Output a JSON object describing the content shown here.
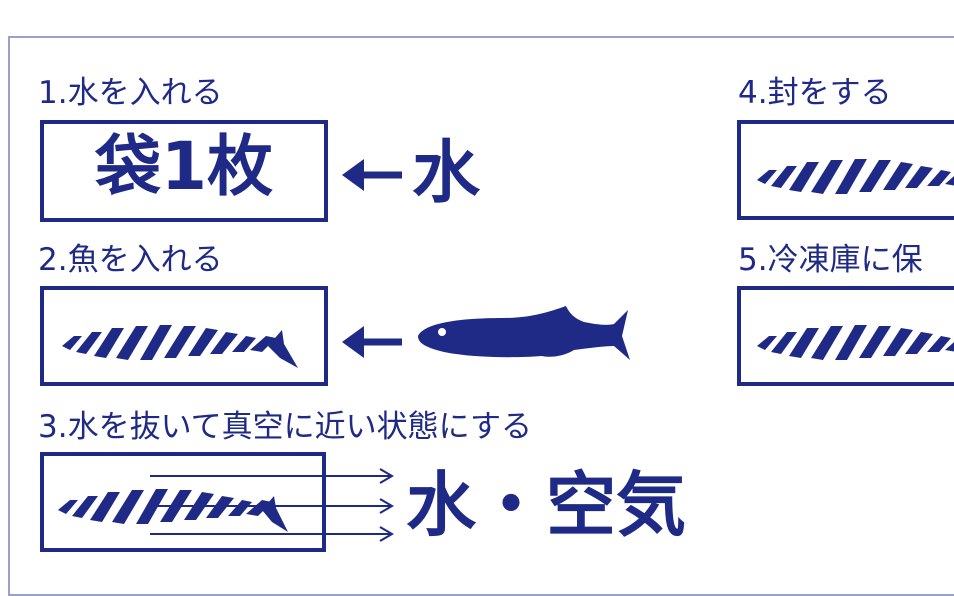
{
  "steps": [
    {
      "label": "1.水を入れる",
      "box_text": "袋1枚",
      "input_label": "水"
    },
    {
      "label": "2.魚を入れる"
    },
    {
      "label": "3.水を抜いて真空に近い状態にする",
      "output_label": "水・空気"
    },
    {
      "label": "4.封をする"
    },
    {
      "label": "5.冷凍庫に保"
    }
  ],
  "colors": {
    "primary": "#1e2a85",
    "frame": "#9a9fd0",
    "background": "#ffffff"
  }
}
